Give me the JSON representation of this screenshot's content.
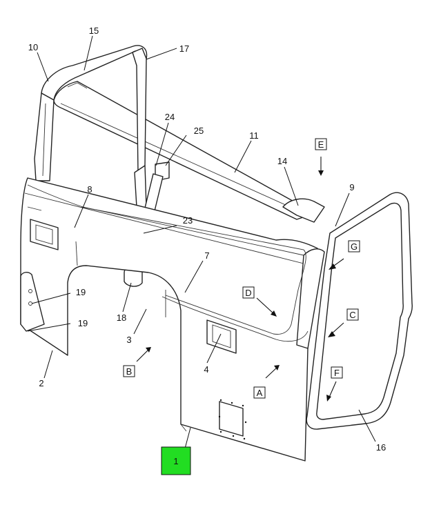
{
  "callouts": {
    "n1": "1",
    "n2": "2",
    "n3": "3",
    "n4": "4",
    "n7": "7",
    "n8": "8",
    "n9": "9",
    "n10": "10",
    "n11": "11",
    "n14": "14",
    "n15": "15",
    "n16": "16",
    "n17": "17",
    "n18": "18",
    "n19a": "19",
    "n19b": "19",
    "n23": "23",
    "n24": "24",
    "n25": "25"
  },
  "view_letters": {
    "A": "A",
    "B": "B",
    "C": "C",
    "D": "D",
    "E": "E",
    "F": "F",
    "G": "G"
  },
  "colors": {
    "highlight": "#22dd22",
    "line": "#222222"
  }
}
